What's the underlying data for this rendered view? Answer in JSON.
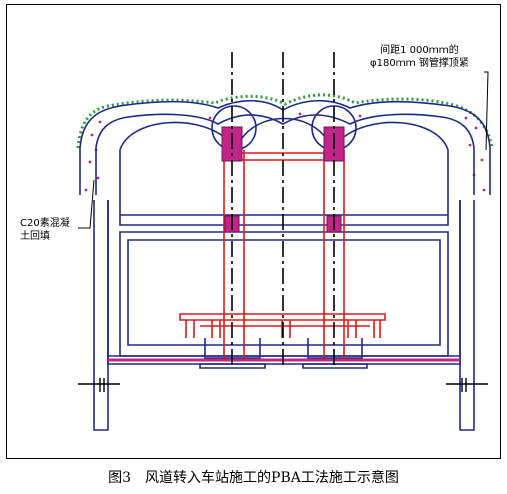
{
  "annotations": {
    "pipe_line1": "间距1 000ｍｍ的",
    "pipe_line2": "φ180ｍｍ 钢管撑顶紧",
    "backfill_line1": "C20素混凝",
    "backfill_line2": "土回填"
  },
  "caption": "图3　风道转入车站施工的PBA工法施工示意图",
  "colors": {
    "structure": "#1e2a8a",
    "steel": "#e01818",
    "pile_cap": "#c0258a",
    "soil": "#2e9c3a",
    "frame": "#000000"
  }
}
